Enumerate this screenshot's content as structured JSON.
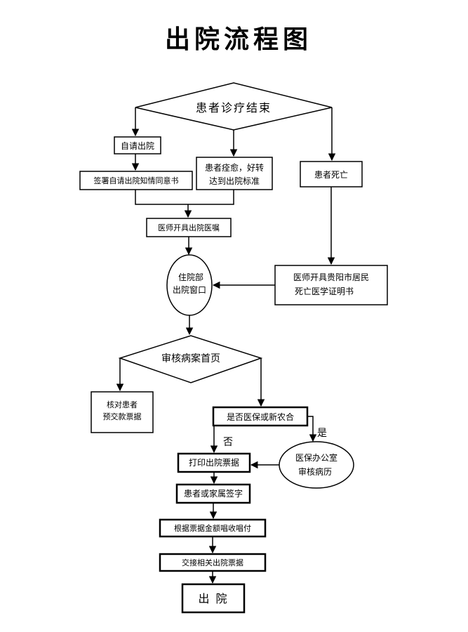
{
  "title": "出院流程图",
  "nodes": {
    "start": "患者诊疗结束",
    "self_discharge": "自请出院",
    "sign_consent": "签署自请出院知情同意书",
    "recovered_line1": "患者痊愈，好转",
    "recovered_line2": "达到出院标准",
    "patient_death": "患者死亡",
    "doctor_order": "医师开具出院医嘱",
    "window_line1": "住院部",
    "window_line2": "出院窗口",
    "death_cert_line1": "医师开具贵阳市居民",
    "death_cert_line2": "死亡医学证明书",
    "review": "审核病案首页",
    "check_line1": "核对患者",
    "check_line2": "预交款票据",
    "insurance_q": "是否医保或新农合",
    "yes_label": "是",
    "no_label": "否",
    "insurance_office_line1": "医保办公室",
    "insurance_office_line2": "审核病历",
    "print_receipt": "打印出院票据",
    "sign_family": "患者或家属签字",
    "settle": "根据票据金额唱收唱付",
    "handover": "交接相关出院票据",
    "discharge": "出 院"
  }
}
